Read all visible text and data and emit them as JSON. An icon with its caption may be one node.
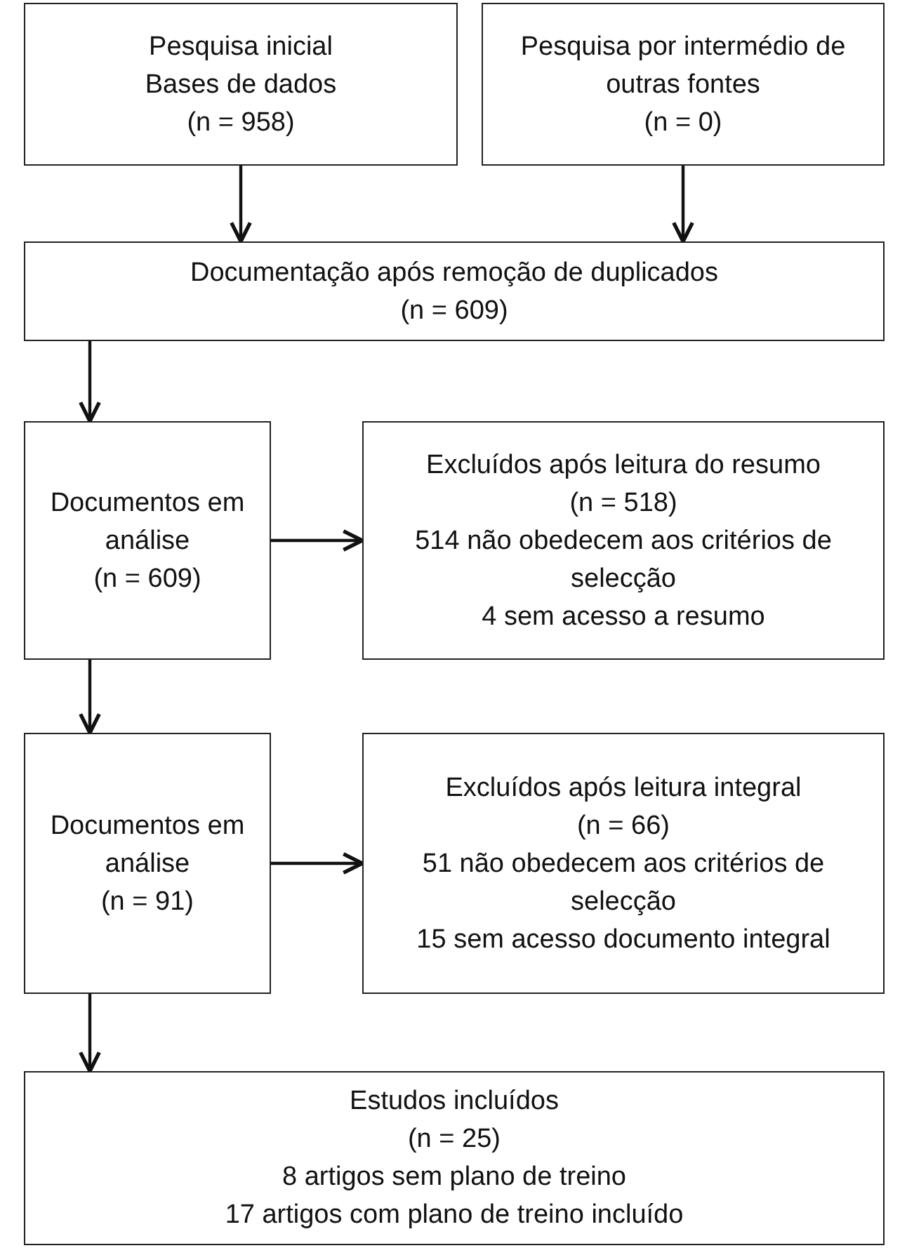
{
  "diagram": {
    "nodes": [
      {
        "text": [
          "Pesquisa inicial",
          "Bases de dados",
          "(n = 958)"
        ]
      },
      {
        "text": [
          "Pesquisa por intermédio de outras fontes",
          "(n = 0)"
        ]
      },
      {
        "text": [
          "Documentação após remoção de duplicados",
          "(n = 609)"
        ]
      },
      {
        "text": [
          "Documentos em análise",
          "(n = 609)"
        ]
      },
      {
        "text": [
          "Excluídos após leitura do resumo",
          "(n = 518)",
          "514 não obedecem aos critérios de selecção",
          "4 sem acesso a resumo"
        ]
      },
      {
        "text": [
          "Documentos em análise",
          "(n = 91)"
        ]
      },
      {
        "text": [
          "Excluídos após leitura integral",
          "(n = 66)",
          "51 não obedecem aos critérios de selecção",
          "15 sem acesso documento integral"
        ]
      },
      {
        "text": [
          "Estudos incluídos",
          "(n = 25)",
          "8 artigos sem plano de treino",
          "17 artigos com plano de treino incluído"
        ]
      }
    ],
    "edges": [
      {
        "from": 0,
        "to": 2,
        "arrow": "to"
      },
      {
        "from": 1,
        "to": 2,
        "arrow": "to"
      },
      {
        "from": 2,
        "to": 3,
        "arrow": "to"
      },
      {
        "from": 3,
        "to": 4,
        "arrow": "to"
      },
      {
        "from": 3,
        "to": 5,
        "arrow": "to"
      },
      {
        "from": 5,
        "to": 6,
        "arrow": "to"
      },
      {
        "from": 5,
        "to": 7,
        "arrow": "to"
      }
    ]
  }
}
